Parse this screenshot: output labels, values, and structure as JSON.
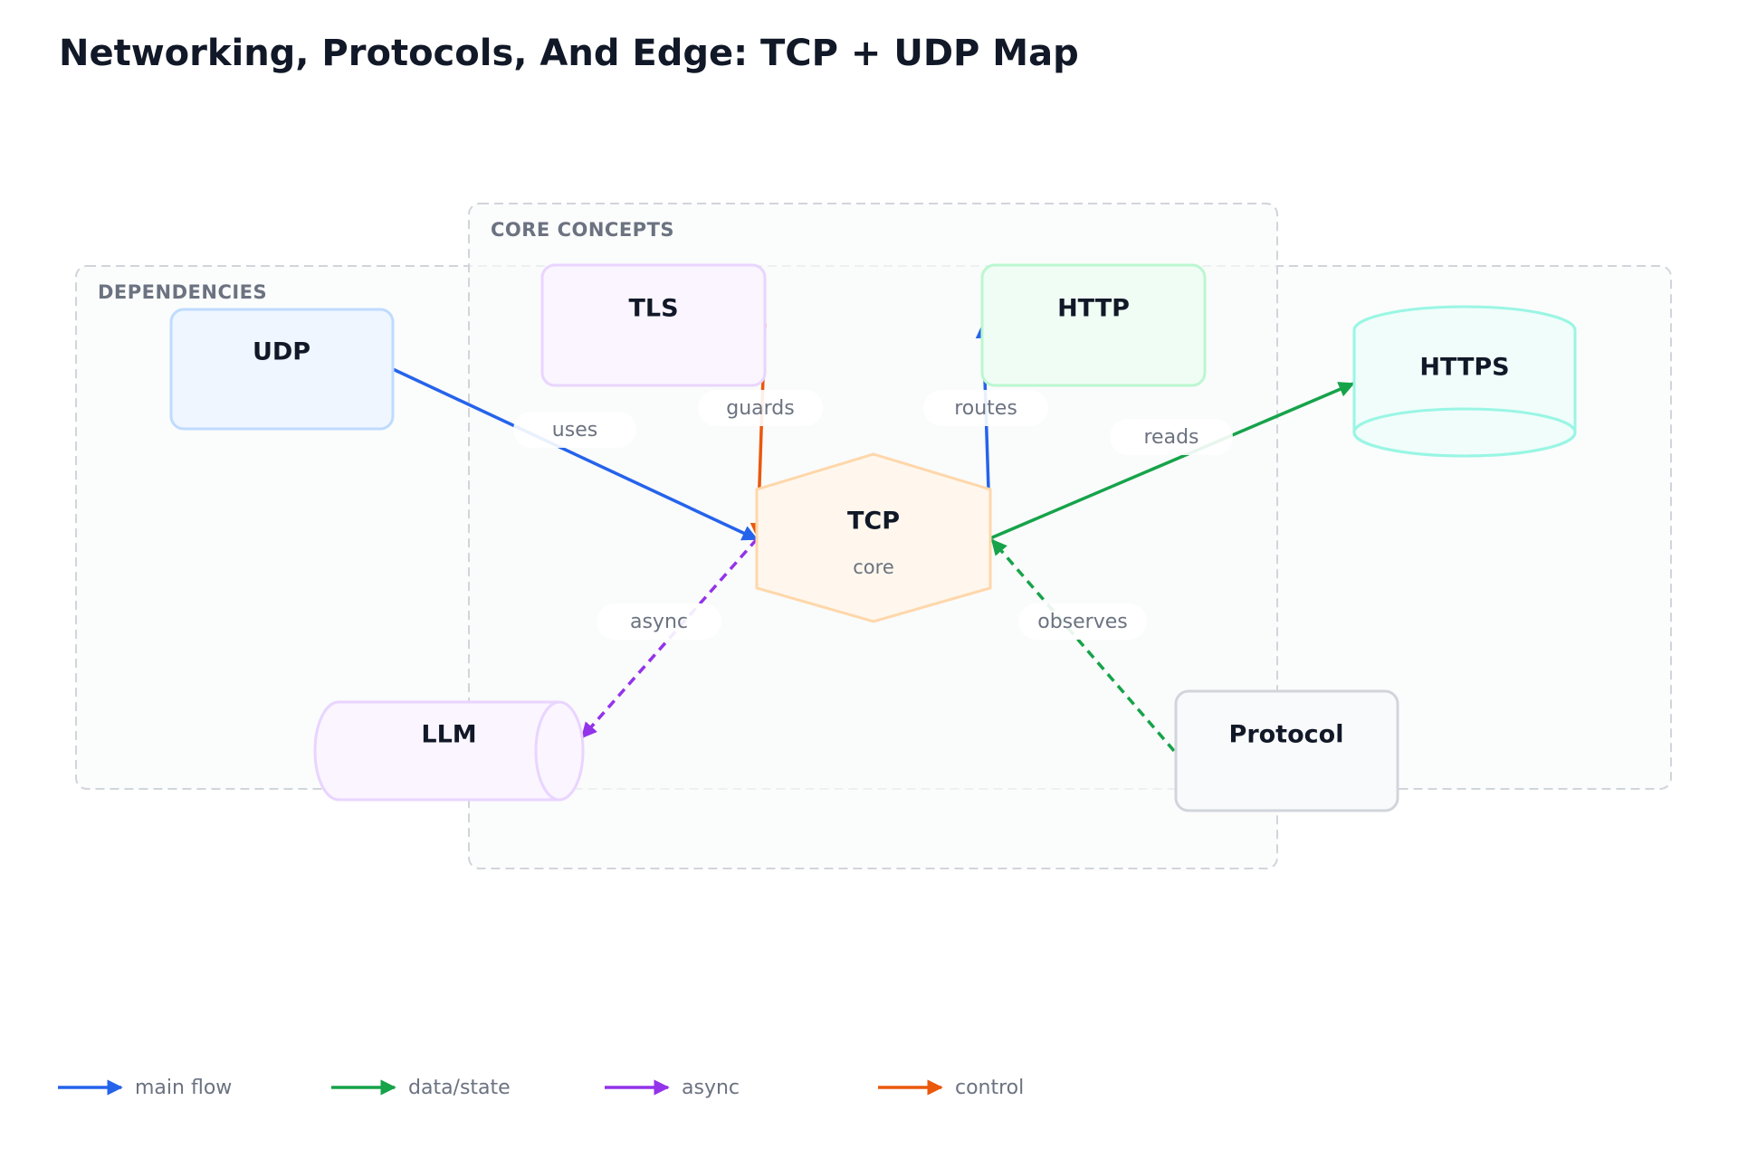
{
  "title": "Networking, Protocols, And Edge: TCP + UDP Map",
  "groups": {
    "core": {
      "label": "CORE CONCEPTS"
    },
    "deps": {
      "label": "DEPENDENCIES"
    }
  },
  "nodes": {
    "tls": {
      "label": "TLS",
      "shape": "rounded-rect",
      "fill": "#faf5ff",
      "stroke": "#e9d5ff"
    },
    "http": {
      "label": "HTTP",
      "shape": "rounded-rect",
      "fill": "#f0fdf4",
      "stroke": "#bbf7d0"
    },
    "udp": {
      "label": "UDP",
      "shape": "rounded-rect",
      "fill": "#eff6ff",
      "stroke": "#bfdbfe"
    },
    "https": {
      "label": "HTTPS",
      "shape": "cylinder",
      "fill": "#f0fdfa",
      "stroke": "#99f6e4"
    },
    "tcp": {
      "label": "TCP",
      "sublabel": "core",
      "shape": "hexagon",
      "fill": "#fff7ed",
      "stroke": "#fed7aa"
    },
    "llm": {
      "label": "LLM",
      "shape": "horizontal-cylinder",
      "fill": "#faf5ff",
      "stroke": "#e9d5ff"
    },
    "protocol": {
      "label": "Protocol",
      "shape": "rounded-rect",
      "fill": "#f9fafb",
      "stroke": "#d1d5db"
    }
  },
  "edges": {
    "uses": {
      "label": "uses",
      "from": "UDP",
      "to": "TCP",
      "kind": "main flow"
    },
    "guards": {
      "label": "guards",
      "from": "TLS",
      "to": "TCP",
      "kind": "control"
    },
    "routes": {
      "label": "routes",
      "from": "TCP",
      "to": "HTTP",
      "kind": "main flow"
    },
    "reads": {
      "label": "reads",
      "from": "TCP",
      "to": "HTTPS",
      "kind": "data/state"
    },
    "async": {
      "label": "async",
      "from": "TCP",
      "to": "LLM",
      "kind": "async"
    },
    "observes": {
      "label": "observes",
      "from": "Protocol",
      "to": "TCP",
      "kind": "data/state"
    }
  },
  "legend": [
    {
      "label": "main flow",
      "color": "#2563eb"
    },
    {
      "label": "data/state",
      "color": "#16a34a"
    },
    {
      "label": "async",
      "color": "#9333ea"
    },
    {
      "label": "control",
      "color": "#ea580c"
    }
  ]
}
